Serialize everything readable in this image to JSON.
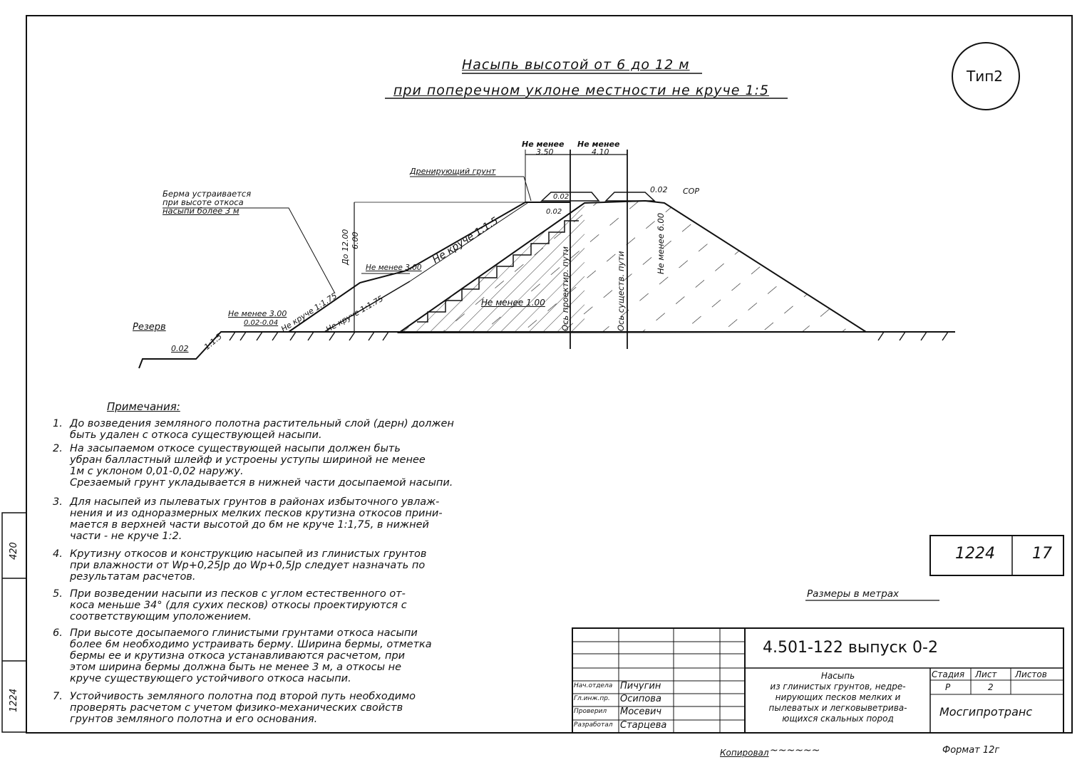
{
  "type_badge": "Тип2",
  "title": {
    "line1": "Насыпь высотой от 6 до 12 м",
    "line2": "при поперечном уклоне местности не круче 1:5"
  },
  "diagram": {
    "labels": {
      "ne_menee_left": "Не менее",
      "ne_menee_right": "Не менее",
      "dim_350": "3.50",
      "dim_410": "4.10",
      "drain_ground": "Дренирующий грунт",
      "berm_note_1": "Берма устраивается",
      "berm_note_2": "при высоте откоса",
      "berm_note_3": "насыпи более 3 м",
      "slope_0002_sop": "0.02",
      "sop": "СОР",
      "slope_002_top": "0.02",
      "slope_002_mid": "0.02",
      "ne_kruche_115": "Не круче 1:1.5",
      "do_1200": "До 12.00",
      "h_600": "6.00",
      "ne_menee_300_upper": "Не менее 3.00",
      "ne_kruche_175_a": "Не круче 1:1.75",
      "ne_kruche_175_b": "Не круче 1:1.75",
      "ne_menee_100": "Не менее 1.00",
      "axis_proj": "Ось проектир. пути",
      "axis_exist": "Ось существ. пути",
      "ne_menee_vert": "Не менее 6.00",
      "ne_menee_300_lower": "Не менее 3.00",
      "slope_002_004": "0.02-0.04",
      "rezerv": "Резерв",
      "slope_002_left": "0.02",
      "slope_15": "1:1.5"
    }
  },
  "notes": {
    "heading": "Примечания:",
    "items": [
      {
        "num": "1.",
        "lines": [
          "До возведения земляного полотна растительный слой (дерн) должен",
          "быть удален с откоса существующей насыпи."
        ]
      },
      {
        "num": "2.",
        "lines": [
          "На засыпаемом откосе существующей насыпи должен быть",
          "убран балластный шлейф и устроены уступы шириной не менее",
          "1м с уклоном 0,01-0,02 наружу.",
          "Срезаемый грунт укладывается в нижней части досыпаемой насыпи."
        ]
      },
      {
        "num": "3.",
        "lines": [
          "Для насыпей из пылеватых грунтов в районах избыточного увлаж-",
          "нения и из одноразмерных мелких песков крутизна откосов прини-",
          "мается в верхней части высотой до 6м не круче 1:1,75, в нижней",
          "части - не круче 1:2."
        ]
      },
      {
        "num": "4.",
        "lines": [
          "Крутизну откосов и конструкцию насыпей из глинистых грунтов",
          "при влажности от Wp+0,25Jp до Wp+0,5Jp следует назначать по",
          "результатам расчетов."
        ]
      },
      {
        "num": "5.",
        "lines": [
          "При возведении насыпи из песков с углом естественного от-",
          "коса меньше 34° (для сухих песков) откосы проектируются с",
          "соответствующим уположением."
        ]
      },
      {
        "num": "6.",
        "lines": [
          "При высоте досыпаемого глинистыми грунтами откоса насыпи",
          "более 6м необходимо устраивать берму. Ширина бермы, отметка",
          "бермы ее и крутизна откоса устанавливаются расчетом, при",
          "этом ширина бермы должна быть не менее 3 м, а откосы не",
          "круче существующего устойчивого откоса насыпи."
        ]
      },
      {
        "num": "7.",
        "lines": [
          "Устойчивость земляного полотна под второй путь необходимо",
          "проверять расчетом с учетом физико-механических свойств",
          "грунтов земляного полотна и его основания."
        ]
      }
    ]
  },
  "dimensions_note": "Размеры в метрах",
  "ref_box": {
    "code": "1224",
    "sheet": "17"
  },
  "stamp": {
    "designation": "4.501-122 выпуск 0-2",
    "title_lines": [
      "Насыпь",
      "из глинистых грунтов, недре-",
      "нирующих песков мелких и",
      "пылеватых и легковыветрива-",
      "ющихся скальных пород"
    ],
    "stage_header": "Стадия",
    "sheet_header": "Лист",
    "sheets_header": "Листов",
    "stage_value": "Р",
    "sheet_value": "2",
    "organization": "Мосгипротранс",
    "roles": [
      {
        "role": "Нач.отдела",
        "name": "Пичугин"
      },
      {
        "role": "Гл.инж.пр.",
        "name": "Осипова"
      },
      {
        "role": "Проверил",
        "name": "Мосевич"
      },
      {
        "role": "Разработал",
        "name": "Старцева"
      }
    ]
  },
  "side_stamp": {
    "top": "420",
    "bottom": "1224"
  },
  "footer": {
    "copied": "Копировал",
    "format": "Формат 12г"
  }
}
